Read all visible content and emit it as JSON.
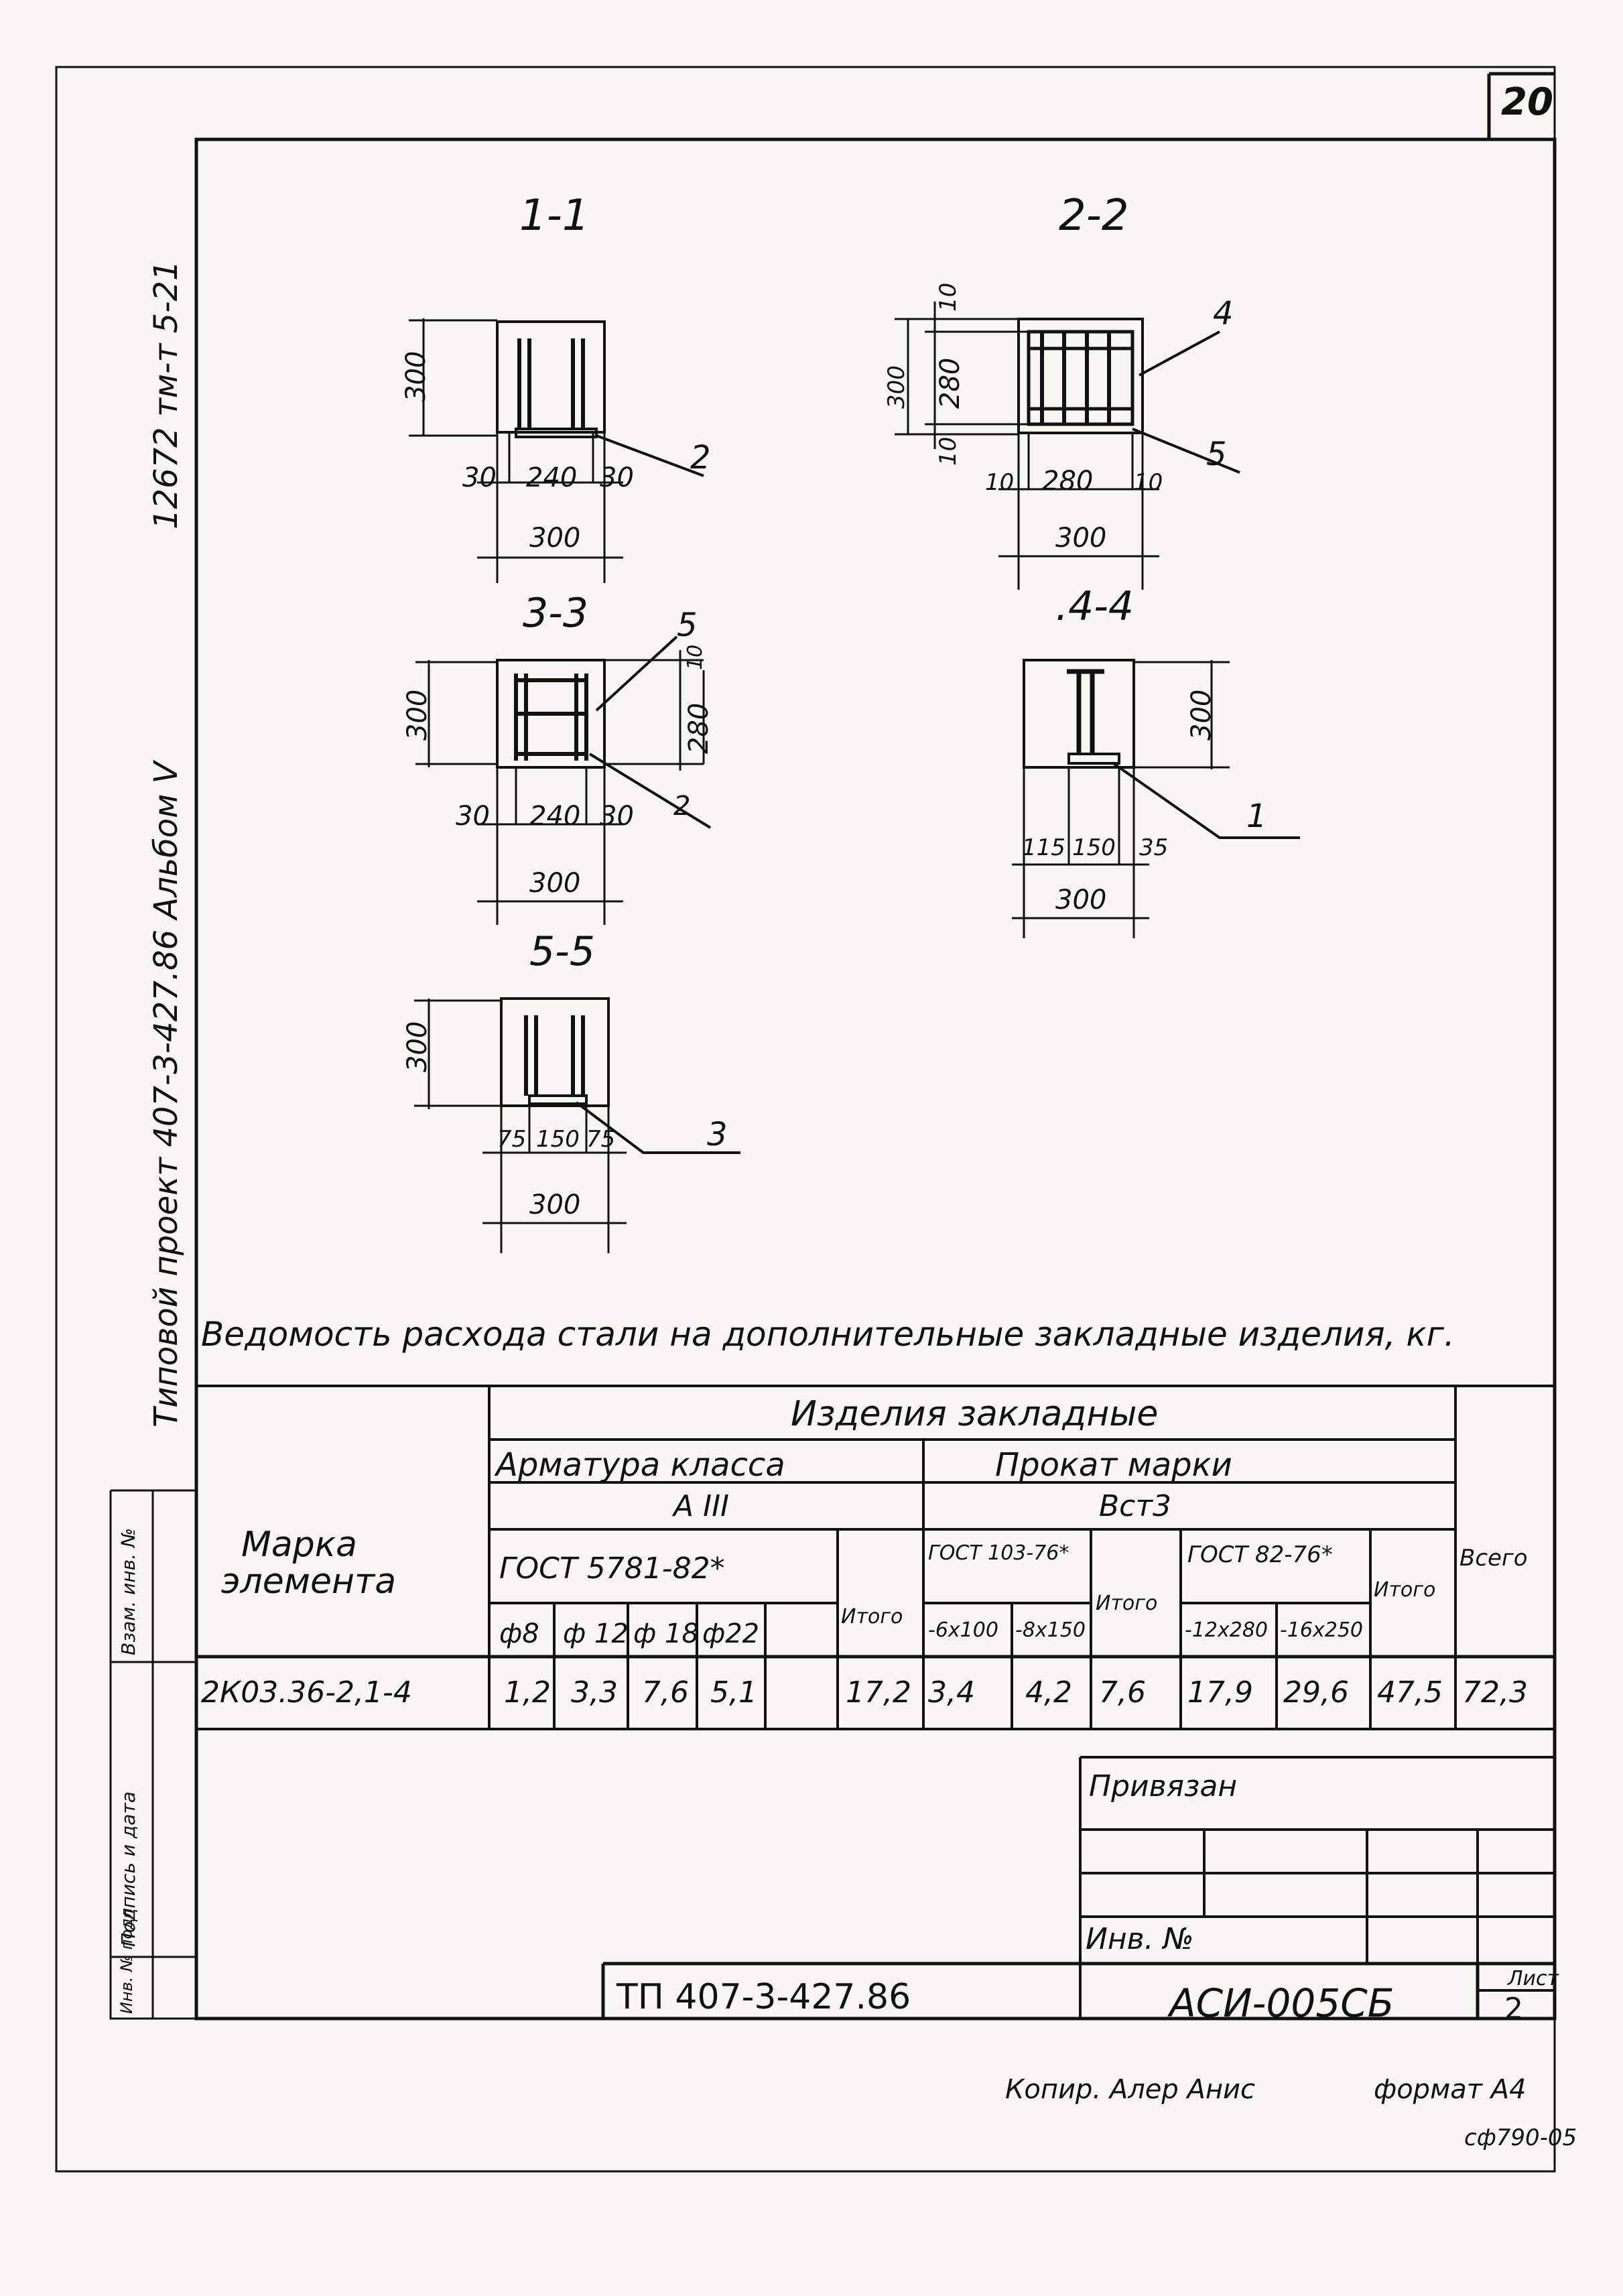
{
  "sheet_number": "20",
  "margin": {
    "project_code": "12672 тм-т 5-21",
    "project_title": "Типовой проект 407-3-427.86 Альбом V",
    "stamp_labels": [
      "Взам. инв. №",
      "Подпись и дата",
      "Инв. № подл."
    ]
  },
  "sections": [
    {
      "id": "1-1",
      "title": "1-1",
      "dims": [
        "300",
        "30",
        "240",
        "30",
        "300"
      ],
      "pos": "2"
    },
    {
      "id": "2-2",
      "title": "2-2",
      "dims": [
        "10",
        "280",
        "10",
        "300",
        "10",
        "280",
        "10",
        "300"
      ],
      "pos": [
        "4",
        "5"
      ]
    },
    {
      "id": "3-3",
      "title": "3-3",
      "dims": [
        "300",
        "10",
        "280",
        "30",
        "240",
        "30",
        "300"
      ],
      "pos": [
        "5",
        "2"
      ]
    },
    {
      "id": "4-4",
      "title": ".4-4",
      "dims": [
        "300",
        "115",
        "150",
        "35",
        "300"
      ],
      "pos": "1"
    },
    {
      "id": "5-5",
      "title": "5-5",
      "dims": [
        "300",
        "75",
        "150",
        "75",
        "300"
      ],
      "pos": "3"
    }
  ],
  "table": {
    "caption": "Ведомость расхода стали на дополнительные закладные изделия, кг.",
    "h_element": [
      "Марка",
      "элемента"
    ],
    "h_group": "Изделия закладные",
    "h_rebar": "Арматура класса",
    "h_rebar_class": "А III",
    "h_rebar_gost": "ГОСТ 5781-82*",
    "h_rebar_cols": [
      "ф8",
      "ф 12",
      "ф 18",
      "ф22"
    ],
    "h_total": "Итого",
    "h_rolled": "Прокат марки",
    "h_rolled_grade": "Вст3",
    "h_gost103": "ГОСТ 103-76*",
    "h_gost103_cols": [
      "-6x100",
      "-8x150"
    ],
    "h_gost82": "ГОСТ 82-76*",
    "h_gost82_cols": [
      "-12x280",
      "-16x250"
    ],
    "h_all": "Всего",
    "row": {
      "element": "2К03.36-2,1-4",
      "values": [
        "1,2",
        "3,3",
        "7,6",
        "5,1",
        "17,2",
        "3,4",
        "4,2",
        "7,6",
        "17,9",
        "29,6",
        "47,5",
        "72,3"
      ]
    }
  },
  "title_block": {
    "linked": "Привязан",
    "inv_no": "Инв. №",
    "project": "ТП 407-3-427.86",
    "code": "АСИ-005СБ",
    "sheet_label": "Лист",
    "sheet": "2"
  },
  "footer": {
    "copy": "Копир. Алер Анис",
    "format": "формат А4",
    "serial": "сф790-05"
  }
}
